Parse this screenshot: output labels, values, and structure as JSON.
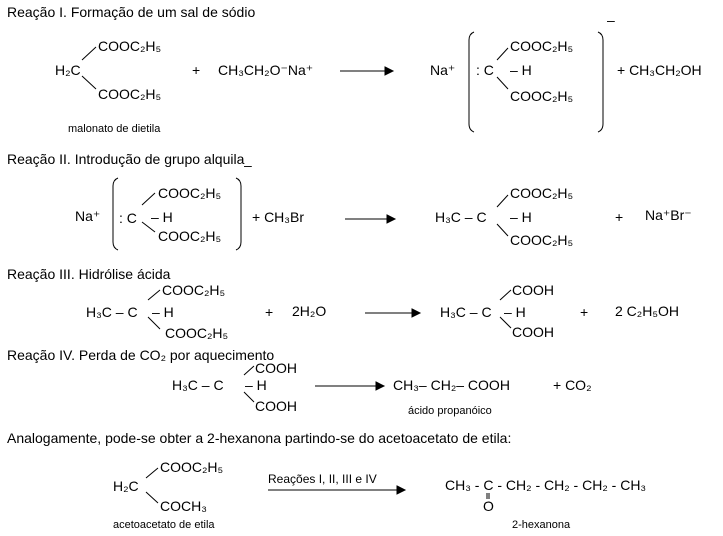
{
  "r1": {
    "title": "Reação I. Formação de um sal de sódio",
    "h2c": "H₂C",
    "cooc_top": "COOC₂H₅",
    "cooc_bot": "COOC₂H₅",
    "plus": "+",
    "ethoxide": "CH₃CH₂O⁻Na⁺",
    "na": "Na⁺",
    "colon_c": ": C",
    "minus_h": "– H",
    "p_top": "COOC₂H₅",
    "p_bot": "COOC₂H₅",
    "charge": "–",
    "plus2": "+ CH₃CH₂OH",
    "label": "malonato de dietila"
  },
  "r2": {
    "title": "Reação II. Introdução de grupo alquila",
    "na": "Na⁺",
    "colon_c": ": C",
    "minus_h": "– H",
    "cooc_top": "COOC₂H₅",
    "cooc_bot": "COOC₂H₅",
    "charge": "–",
    "plus_ch3br": "+ CH₃Br",
    "p_h3c": "H₃C – C",
    "p_h": "– H",
    "p_top": "COOC₂H₅",
    "p_bot": "COOC₂H₅",
    "plus": "+",
    "nabr": "Na⁺Br⁻"
  },
  "r3": {
    "title": "Reação III. Hidrólise ácida",
    "h3c": "H₃C – C",
    "h": "– H",
    "cooc_top": "COOC₂H₅",
    "cooc_bot": "COOC₂H₅",
    "plus": "+",
    "water": "2H₂O",
    "p_h3c": "H₃C – C",
    "p_h": "– H",
    "p_top": "COOH",
    "p_bot": "COOH",
    "plus2": "+",
    "ethanol": "2 C₂H₅OH"
  },
  "r4": {
    "title": "Reação IV. Perda de CO₂ por aquecimento",
    "h3c": "H₃C – C",
    "h": "– H",
    "top": "COOH",
    "bot": "COOH",
    "product": "CH₃– CH₂– COOH",
    "plus_co2": "+  CO₂",
    "label": "ácido propanóico"
  },
  "analog": {
    "text": "Analogamente, pode-se obter a 2-hexanona partindo-se do acetoacetato de etila:",
    "h2c": "H₂C",
    "top": "COOC₂H₅",
    "bot": "COCH₃",
    "label": "acetoacetato de etila",
    "arrow_label": "Reações I, II, III e IV",
    "product": "CH₃ - C  - CH₂ - CH₂ - CH₂ - CH₃",
    "oxygen": "O",
    "product_label": "2-hexanona"
  }
}
